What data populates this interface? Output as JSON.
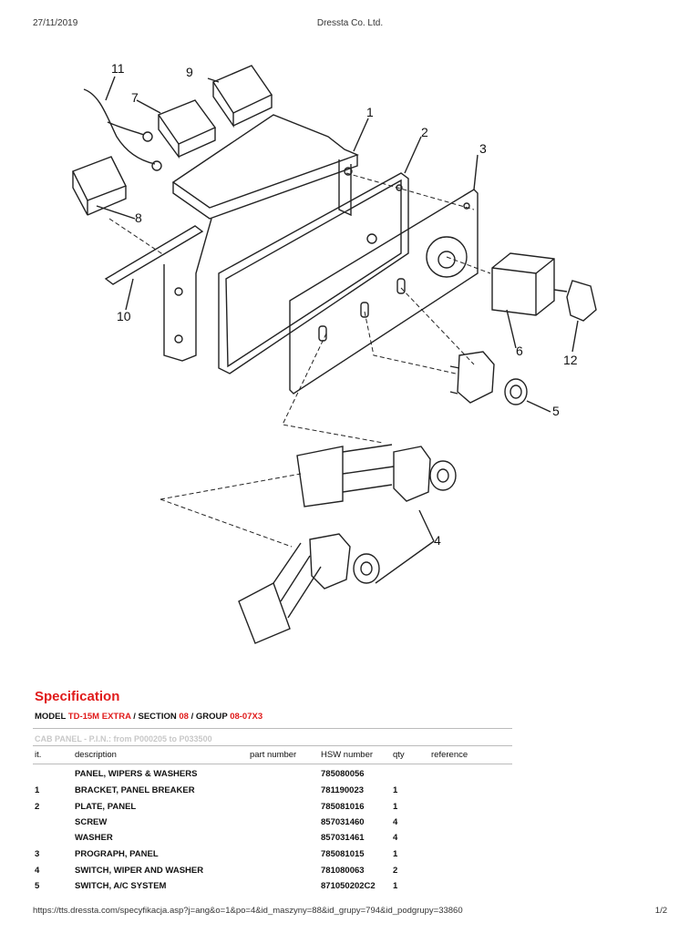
{
  "header": {
    "date": "27/11/2019",
    "company": "Dressta Co. Ltd."
  },
  "diagram": {
    "labels": [
      "1",
      "2",
      "3",
      "4",
      "5",
      "6",
      "7",
      "8",
      "9",
      "10",
      "11",
      "12"
    ]
  },
  "spec": {
    "title": "Specification",
    "model_prefix": "MODEL ",
    "model": "TD-15M EXTRA",
    "section_prefix": " / SECTION ",
    "section": "08",
    "group_prefix": " / GROUP ",
    "group": "08-07X3",
    "subtitle": "CAB PANEL - P.I.N.: from P000205 to P033500"
  },
  "table": {
    "columns": [
      "it.",
      "description",
      "part number",
      "HSW number",
      "qty",
      "reference"
    ],
    "rows": [
      {
        "it": "",
        "description": "PANEL, WIPERS & WASHERS",
        "part": "",
        "hsw": "785080056",
        "qty": "",
        "ref": ""
      },
      {
        "it": "1",
        "description": "BRACKET, PANEL BREAKER",
        "part": "",
        "hsw": "781190023",
        "qty": "1",
        "ref": ""
      },
      {
        "it": "2",
        "description": "PLATE, PANEL",
        "part": "",
        "hsw": "785081016",
        "qty": "1",
        "ref": ""
      },
      {
        "it": "",
        "description": "SCREW",
        "part": "",
        "hsw": "857031460",
        "qty": "4",
        "ref": ""
      },
      {
        "it": "",
        "description": "WASHER",
        "part": "",
        "hsw": "857031461",
        "qty": "4",
        "ref": ""
      },
      {
        "it": "3",
        "description": "PROGRAPH, PANEL",
        "part": "",
        "hsw": "785081015",
        "qty": "1",
        "ref": ""
      },
      {
        "it": "4",
        "description": "SWITCH, WIPER AND WASHER",
        "part": "",
        "hsw": "781080063",
        "qty": "2",
        "ref": ""
      },
      {
        "it": "5",
        "description": "SWITCH, A/C SYSTEM",
        "part": "",
        "hsw": "871050202C2",
        "qty": "1",
        "ref": ""
      }
    ]
  },
  "footer": {
    "url": "https://tts.dressta.com/specyfikacja.asp?j=ang&o=1&po=4&id_maszyny=88&id_grupy=794&id_podgrupy=33860",
    "page": "1/2"
  }
}
